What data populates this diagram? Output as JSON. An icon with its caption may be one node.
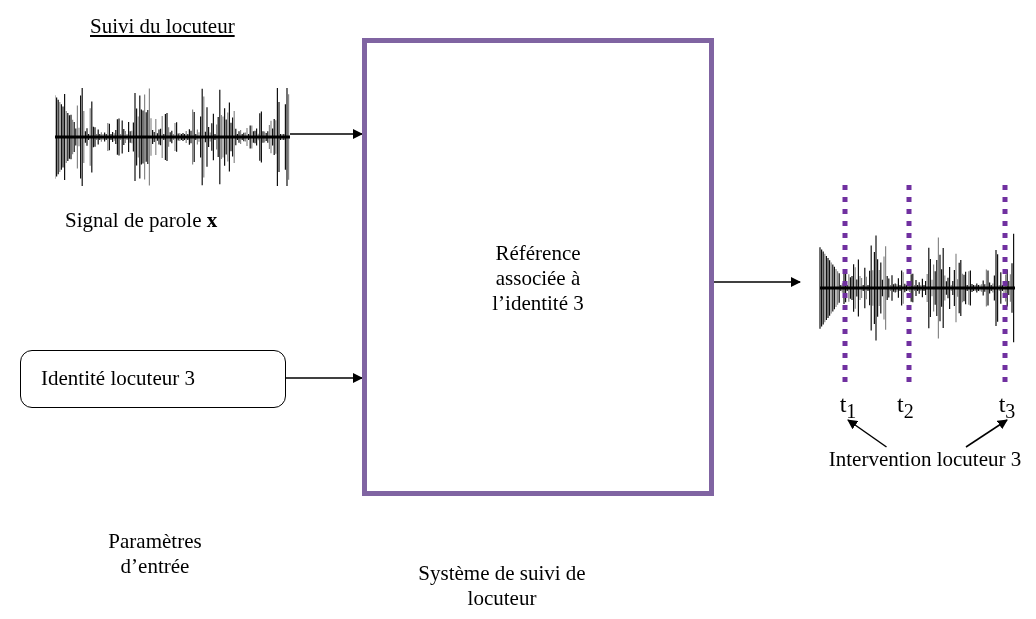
{
  "diagram": {
    "title": "Suivi du locuteur",
    "nodes": [
      {
        "text": [],
        "shape": "picture",
        "beside": [
          "Signal de parole **x**"
        ]
      },
      {
        "text": [
          "Identité locuteur 3"
        ]
      },
      {
        "text": [
          "Référence associée à l’identité 3",
          "Système de suivi de locuteur"
        ]
      },
      {
        "text": [],
        "shape": "picture"
      },
      {
        "text": [
          "t$_{1}$"
        ]
      },
      {
        "text": [
          "t$_{3}$"
        ]
      },
      {
        "text": [
          "Intervention locuteur 3"
        ]
      }
    ],
    "edges": [
      {
        "from": 0,
        "to": 2,
        "arrow": "to"
      },
      {
        "from": 1,
        "to": 2,
        "arrow": "to"
      },
      {
        "from": 2,
        "to": 3,
        "arrow": "to"
      },
      {
        "from": 6,
        "to": 4,
        "arrow": "to"
      },
      {
        "from": 6,
        "to": 5,
        "arrow": "to"
      }
    ],
    "labels": [
      "t$_{2}$",
      "Paramètres d’entrée"
    ]
  }
}
